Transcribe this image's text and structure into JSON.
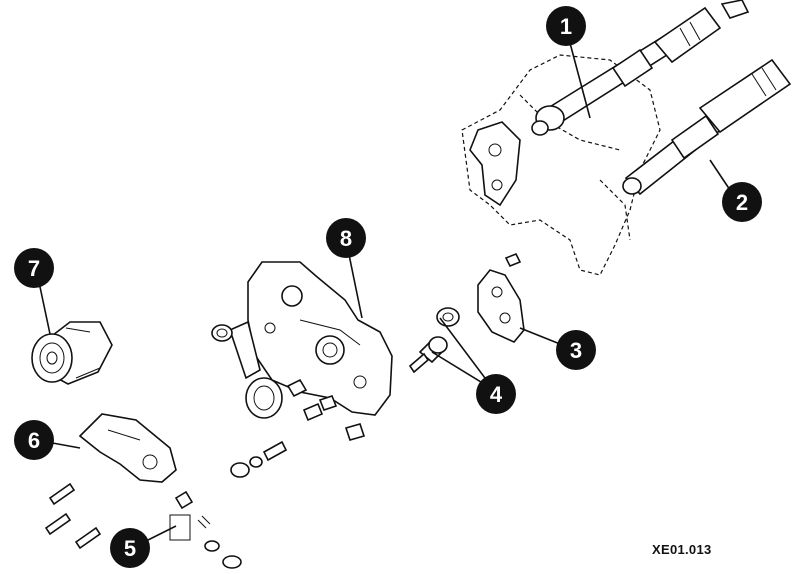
{
  "figure": {
    "reference_code": "XE01.013",
    "callouts": [
      {
        "id": "c1",
        "label": "1"
      },
      {
        "id": "c2",
        "label": "2"
      },
      {
        "id": "c3",
        "label": "3"
      },
      {
        "id": "c4",
        "label": "4"
      },
      {
        "id": "c5",
        "label": "5"
      },
      {
        "id": "c6",
        "label": "6"
      },
      {
        "id": "c7",
        "label": "7"
      },
      {
        "id": "c8",
        "label": "8"
      }
    ]
  }
}
